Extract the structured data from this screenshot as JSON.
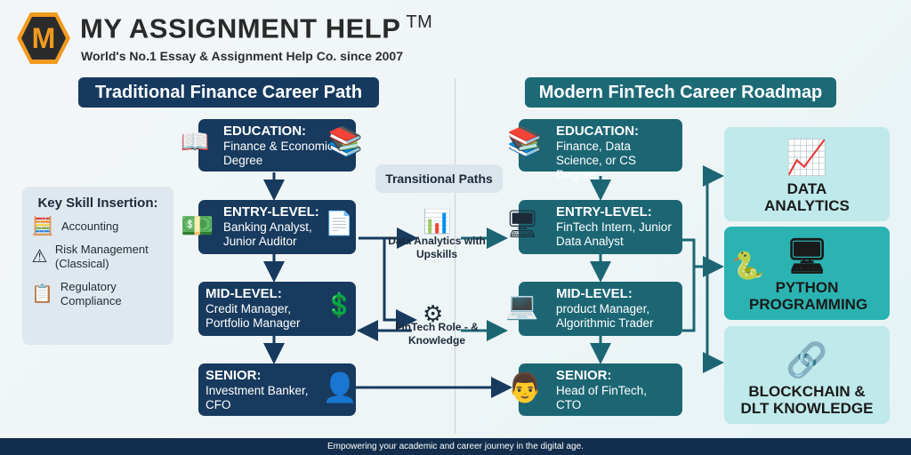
{
  "brand": {
    "logo_letter": "M",
    "name": "MY ASSIGNMENT HELP",
    "tm": "TM",
    "tagline": "World's No.1 Essay & Assignment Help Co. since 2007"
  },
  "traditional": {
    "title": "Traditional Finance Career Path",
    "stages": [
      {
        "level": "EDUCATION:",
        "desc": "Finance & Economics Degree"
      },
      {
        "level": "ENTRY-LEVEL:",
        "desc": "Banking Analyst, Junior Auditor"
      },
      {
        "level": "MID-LEVEL:",
        "desc": "Credit Manager, Portfolio Manager"
      },
      {
        "level": "SENIOR:",
        "desc": "Investment Banker, CFO"
      }
    ]
  },
  "modern": {
    "title": "Modern FinTech Career Roadmap",
    "stages": [
      {
        "level": "EDUCATION:",
        "desc": "Finance, Data Science, or CS Degree"
      },
      {
        "level": "ENTRY-LEVEL:",
        "desc": "FinTech Intern, Junior Data Analyst"
      },
      {
        "level": "MID-LEVEL:",
        "desc": "product Manager, Algorithmic Trader"
      },
      {
        "level": "SENIOR:",
        "desc": "Head of FinTech, CTO"
      }
    ]
  },
  "transitional": {
    "title": "Transitional Paths",
    "paths": [
      {
        "label": "Data Analytics with Upskills"
      },
      {
        "label": "FinTech Role - & Knowledge"
      }
    ]
  },
  "key_skills": {
    "title": "Key Skill Insertion:",
    "items": [
      {
        "label": "Accounting"
      },
      {
        "label": "Risk Management (Classical)"
      },
      {
        "label": "Regulatory Compliance"
      }
    ]
  },
  "skill_cards": [
    {
      "label": "DATA ANALYTICS"
    },
    {
      "label": "PYTHON PROGRAMMING"
    },
    {
      "label": "BLOCKCHAIN & DLT KNOWLEDGE"
    }
  ],
  "footer": "Empowering your academic and career journey in the digital age.",
  "colors": {
    "navy": "#173a5e",
    "teal": "#1c6674",
    "accent": "#f29a1f"
  }
}
